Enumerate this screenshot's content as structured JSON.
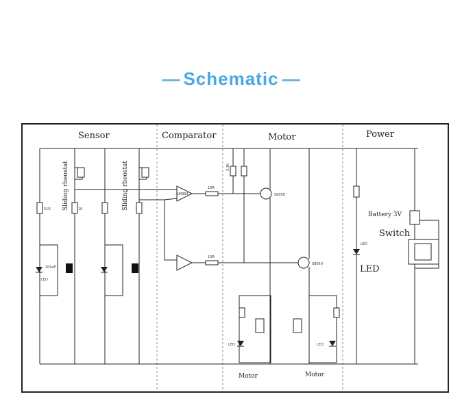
{
  "header": {
    "dash_left": "—",
    "title": "Schematic",
    "dash_right": "—"
  },
  "sections": {
    "sensor": "Sensor",
    "comparator": "Comparator",
    "motor": "Motor",
    "power": "Power"
  },
  "labels": {
    "sliding_rheostat_1": "Sliding rheostat",
    "sliding_rheostat_2": "Sliding rheostat",
    "battery": "Battery 3V",
    "switch": "Switch",
    "led_power_small": "LED",
    "led_power": "LED",
    "motor_left": "Motor",
    "motor_right": "Motor",
    "transistor_top": "S8050",
    "transistor_bottom": "S8050",
    "resistor_10r_top": "10R",
    "resistor_10r_bottom": "10R",
    "resistor_51r": "51R",
    "resistor_1k": "1K",
    "resistor_3k3": "3.3K",
    "cap_100uf": "100uF",
    "led_small": "LED",
    "opamp": "LM393"
  }
}
